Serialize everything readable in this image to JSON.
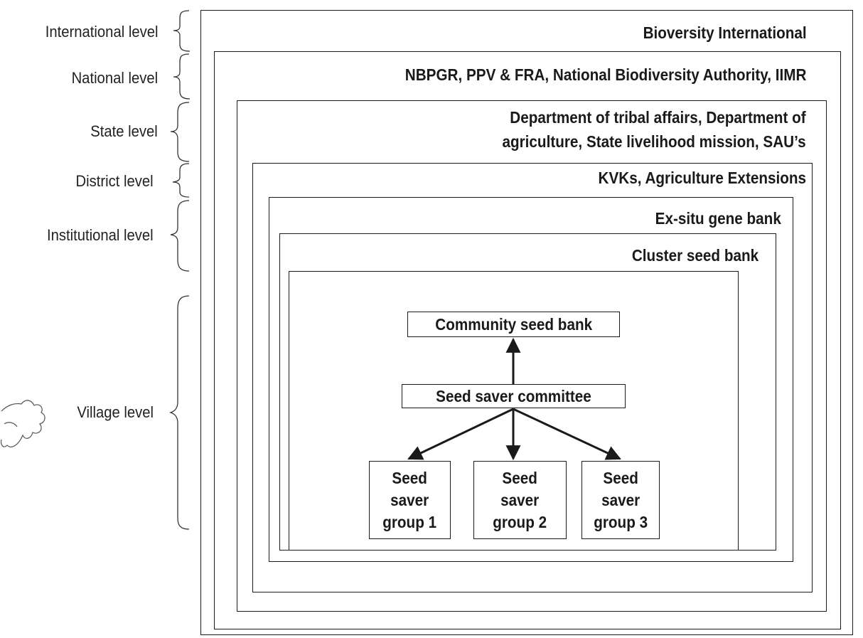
{
  "levels": {
    "international": "International level",
    "national": "National level",
    "state": "State level",
    "district": "District level",
    "institutional": "Institutional level",
    "village": "Village level"
  },
  "boxes": {
    "international": "Bioversity International",
    "national": "NBPGR, PPV & FRA, National Biodiversity Authority, IIMR",
    "state_line1": "Department of tribal affairs, Department of",
    "state_line2": "agriculture, State livelihood mission, SAU’s",
    "district": "KVKs, Agriculture Extensions",
    "exsitu": "Ex-situ gene bank",
    "cluster": "Cluster seed bank"
  },
  "nodes": {
    "community": "Community seed bank",
    "committee": "Seed saver committee",
    "group1": "Seed\nsaver\ngroup 1",
    "group2": "Seed\nsaver\ngroup 2",
    "group3": "Seed\nsaver\ngroup 3"
  },
  "colors": {
    "line": "#1a1a1a",
    "text": "#1a1a1a"
  },
  "icons": [
    "brace-icon",
    "village-map-icon",
    "arrow-icon"
  ]
}
